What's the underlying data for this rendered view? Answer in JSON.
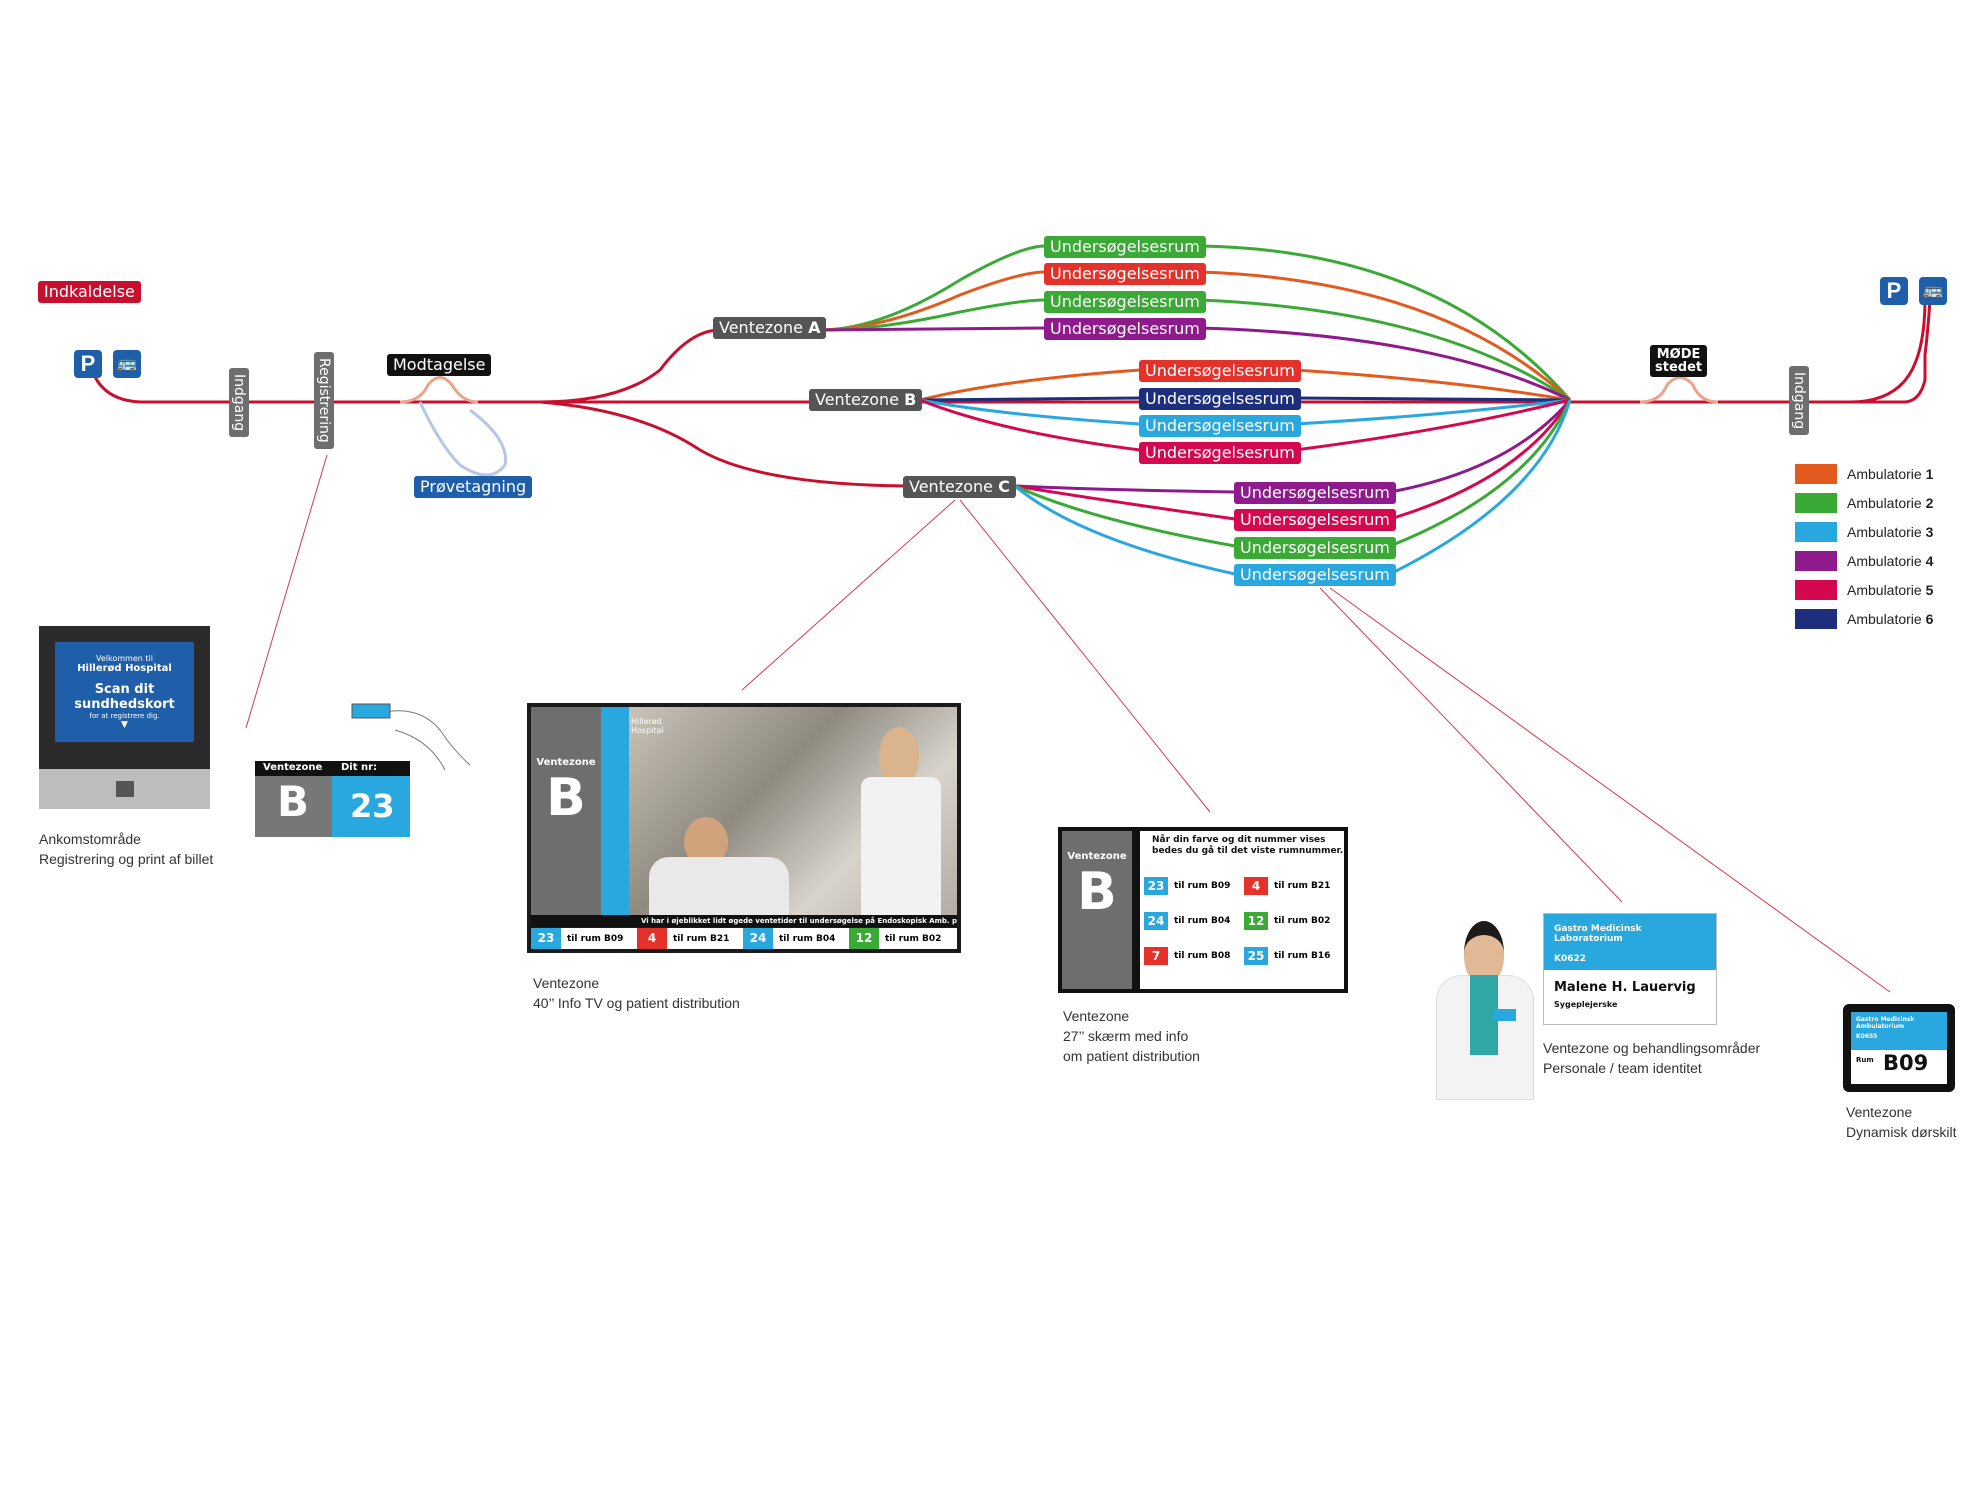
{
  "colors": {
    "main_red": "#c8102e",
    "amb1": "#e35a1e",
    "amb2": "#3aa935",
    "amb3": "#29a7df",
    "amb4": "#8e1a8c",
    "amb5": "#d4084e",
    "amb6": "#1d2f7c",
    "dark_label": "#222222",
    "zone_label": "#555555",
    "blue": "#1f5ea8"
  },
  "nodes": {
    "indkaldelse": "Indkaldelse",
    "indgang_left": "Indgang",
    "registrering": "Registrering",
    "modtagelse": "Modtagelse",
    "provetagning": "Prøvetagning",
    "ventezone_a": "Ventezone",
    "ventezone_a_letter": "A",
    "ventezone_b": "Ventezone",
    "ventezone_b_letter": "B",
    "ventezone_c": "Ventezone",
    "ventezone_c_letter": "C",
    "mode_stedet_line1": "MØDE",
    "mode_stedet_line2": "stedet",
    "indgang_right": "Indgang",
    "parking": "P"
  },
  "rooms": {
    "a": [
      "Undersøgelsesrum",
      "Undersøgelsesrum",
      "Undersøgelsesrum",
      "Undersøgelsesrum"
    ],
    "b": [
      "Undersøgelsesrum",
      "Undersøgelsesrum",
      "Undersøgelsesrum",
      "Undersøgelsesrum"
    ],
    "c": [
      "Undersøgelsesrum",
      "Undersøgelsesrum",
      "Undersøgelsesrum",
      "Undersøgelsesrum"
    ]
  },
  "legend": [
    {
      "label": "Ambulatorie",
      "num": "1",
      "color": "#e35a1e"
    },
    {
      "label": "Ambulatorie",
      "num": "2",
      "color": "#3aa935"
    },
    {
      "label": "Ambulatorie",
      "num": "3",
      "color": "#29a7df"
    },
    {
      "label": "Ambulatorie",
      "num": "4",
      "color": "#8e1a8c"
    },
    {
      "label": "Ambulatorie",
      "num": "5",
      "color": "#d4084e"
    },
    {
      "label": "Ambulatorie",
      "num": "6",
      "color": "#1d2f7c"
    }
  ],
  "kiosk": {
    "line1": "Velkommen til",
    "line2": "Hillerød Hospital",
    "line3": "Scan dit",
    "line4": "sundhedskort",
    "line5": "for at registrere dig."
  },
  "ticket": {
    "zone_head": "Ventezone",
    "num_head": "Dit nr:",
    "zone": "B",
    "number": "23"
  },
  "tv": {
    "zone_head": "Ventezone",
    "zone": "B",
    "brand1": "Hillerød",
    "brand2": "Hospital",
    "ticker": "Vi har i øjeblikket lidt øgede ventetider til undersøgelse på Endoskopisk Amb. p",
    "calls": [
      {
        "num": "23",
        "room": "til rum B09",
        "color": "#29a7df"
      },
      {
        "num": "4",
        "room": "til rum B21",
        "color": "#e4322b"
      },
      {
        "num": "24",
        "room": "til rum B04",
        "color": "#29a7df"
      },
      {
        "num": "12",
        "room": "til rum B02",
        "color": "#3aa935"
      }
    ]
  },
  "screen27": {
    "zone_head": "Ventezone",
    "zone": "B",
    "info1": "Når din farve og dit nummer vises",
    "info2": "bedes du gå til det viste rumnummer.",
    "calls": [
      {
        "num": "23",
        "room": "til rum B09",
        "color": "#29a7df"
      },
      {
        "num": "4",
        "room": "til rum B21",
        "color": "#e4322b"
      },
      {
        "num": "24",
        "room": "til rum B04",
        "color": "#29a7df"
      },
      {
        "num": "12",
        "room": "til rum B02",
        "color": "#3aa935"
      },
      {
        "num": "7",
        "room": "til rum B08",
        "color": "#e4322b"
      },
      {
        "num": "25",
        "room": "til rum B16",
        "color": "#29a7df"
      }
    ]
  },
  "badge": {
    "dept1": "Gastro Medicinsk",
    "dept2": "Laboratorium",
    "code": "K0622",
    "name": "Malene H. Lauervig",
    "role": "Sygeplejerske"
  },
  "door": {
    "dept1": "Gastro Medicinsk",
    "dept2": "Ambulatorium",
    "code": "K0655",
    "rum": "Rum",
    "room": "B09"
  },
  "captions": {
    "arrival1": "Ankomstområde",
    "arrival2": "Registrering og print af billet",
    "tv1": "Ventezone",
    "tv2": "40’’ Info TV og patient distribution",
    "s27_1": "Ventezone",
    "s27_2": "27’’ skærm med info",
    "s27_3": "om patient distribution",
    "staff1": "Ventezone og behandlingsområder",
    "staff2": "Personale / team identitet",
    "door1": "Ventezone",
    "door2": "Dynamisk dørskilt"
  }
}
